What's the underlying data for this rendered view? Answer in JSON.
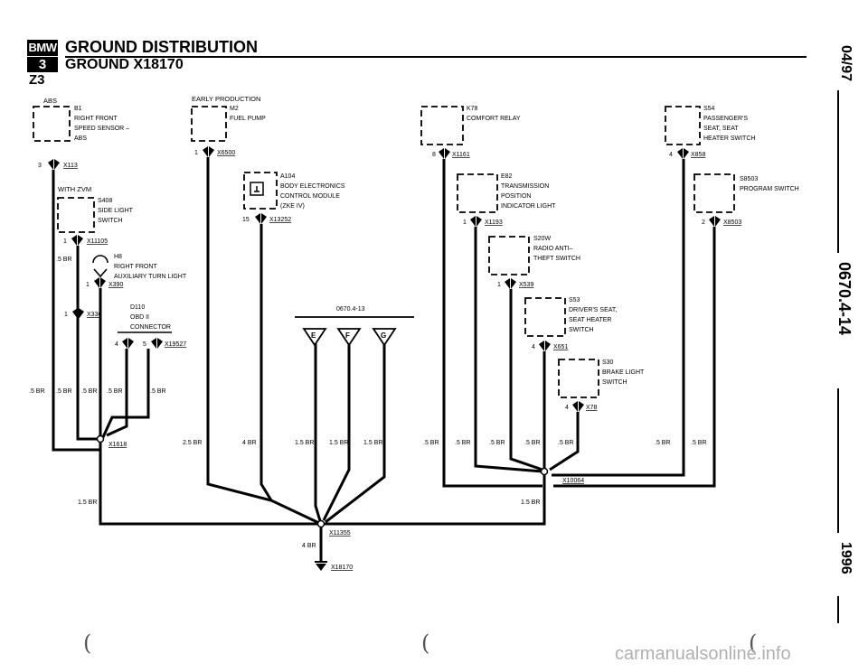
{
  "header": {
    "brand": "BMW",
    "series": "3",
    "model": "Z3",
    "title": "GROUND DISTRIBUTION",
    "subtitle": "GROUND X18170"
  },
  "side": {
    "date": "04/97",
    "page": "0670.4-14",
    "year": "1996"
  },
  "footer": {
    "watermark": "carmanualsonline.info",
    "parens": [
      "(",
      "(",
      "("
    ]
  },
  "diagram": {
    "sections": {
      "abs": "ABS",
      "zvm": "WITH ZVM",
      "early": "EARLY PRODUCTION"
    },
    "components": {
      "b1": [
        "B1",
        "RIGHT FRONT",
        "SPEED SENSOR –",
        "ABS"
      ],
      "s408": [
        "S408",
        "SIDE LIGHT",
        "SWITCH"
      ],
      "h8": [
        "H8",
        "RIGHT FRONT",
        "AUXILIARY TURN LIGHT"
      ],
      "d110": [
        "D110",
        "OBD II",
        "CONNECTOR"
      ],
      "m2": [
        "M2",
        "FUEL PUMP"
      ],
      "a104": [
        "A104",
        "BODY ELECTRONICS",
        "CONTROL MODULE",
        "(ZKE IV)"
      ],
      "k78": [
        "K78",
        "COMFORT RELAY"
      ],
      "e82": [
        "E82",
        "TRANSMISSION",
        "POSITION",
        "INDICATOR LIGHT"
      ],
      "s20w": [
        "S20W",
        "RADIO ANTI–",
        "THEFT SWITCH"
      ],
      "s53": [
        "S53",
        "DRIVER'S SEAT,",
        "SEAT HEATER",
        "SWITCH"
      ],
      "s30": [
        "S30",
        "BRAKE LIGHT",
        "SWITCH"
      ],
      "s54": [
        "S54",
        "PASSENGER'S",
        "SEAT, SEAT",
        "HEATER SWITCH"
      ],
      "s8503": [
        "S8503",
        "PROGRAM SWITCH"
      ]
    },
    "connectors": {
      "x113": "X113",
      "x11105": "X11105",
      "x390": "X390",
      "x336": "X336",
      "x19527": "X19527",
      "x6500": "X6500",
      "x13252": "X13252",
      "x1161": "X1161",
      "x1193": "X1193",
      "x539": "X539",
      "x651": "X651",
      "x78": "X78",
      "x858": "X858",
      "x8503": "X8503",
      "x1618": "X1618",
      "x10064": "X10064",
      "x11355": "X11355",
      "x18170": "X18170"
    },
    "pins": {
      "b1": "3",
      "s408": "1",
      "h8": "1",
      "x336": "1",
      "d110_a": "4",
      "d110_b": "5",
      "m2": "1",
      "a104": "15",
      "k78": "8",
      "e82": "1",
      "s20w": "1",
      "s53": "4",
      "s30": "4",
      "s54": "4",
      "s8503": "2"
    },
    "wires": {
      "w05": ".5 BR",
      "w15": "1.5 BR",
      "w25": "2.5 BR",
      "w4": "4 BR"
    },
    "ref": "0670.4-13",
    "flags": [
      "E",
      "F",
      "G"
    ]
  }
}
